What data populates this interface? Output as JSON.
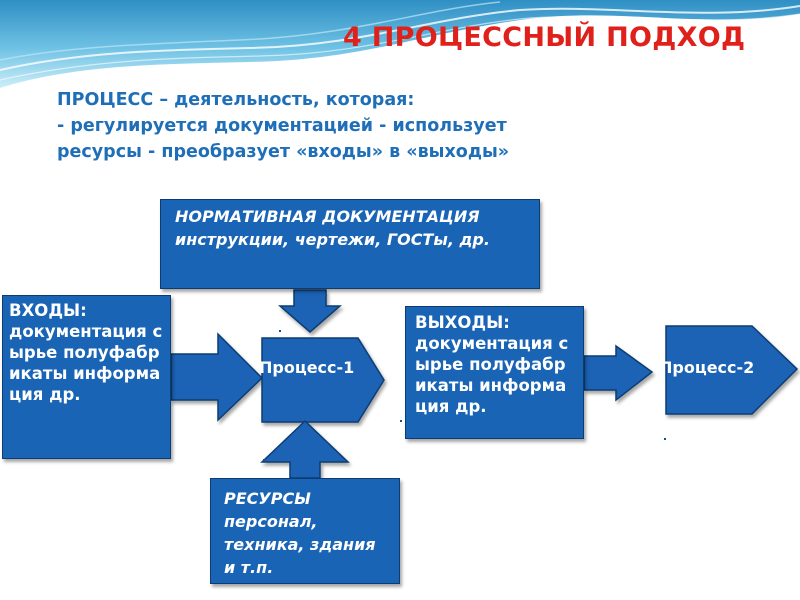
{
  "slide": {
    "title": "4 ПРОЦЕССНЫЙ ПОДХОД",
    "definition": [
      "ПРОЦЕСС – деятельность, которая:",
      "- регулируется документацией - использует",
      "ресурсы - преобразует «входы» в «выходы»"
    ],
    "colors": {
      "title": "#e0211b",
      "text": "#1e6fb8",
      "box": "#1a64b5",
      "box_border": "#0c3c72"
    }
  },
  "diagram": {
    "normative": {
      "heading": "НОРМАТИВНАЯ ДОКУМЕНТАЦИЯ",
      "items": "инструкции, чертежи, ГОСТы, др."
    },
    "inputs": {
      "heading": "ВХОДЫ:",
      "items": "документация сырье полуфабрикаты информация др."
    },
    "outputs": {
      "heading": "ВЫХОДЫ:",
      "items": "документация сырье полуфабрикаты информация др."
    },
    "resources": {
      "heading": "РЕСУРСЫ",
      "items": "персонал, техника, здания и т.п."
    },
    "process1": "Процесс-1",
    "process2": "Процесс-2"
  }
}
